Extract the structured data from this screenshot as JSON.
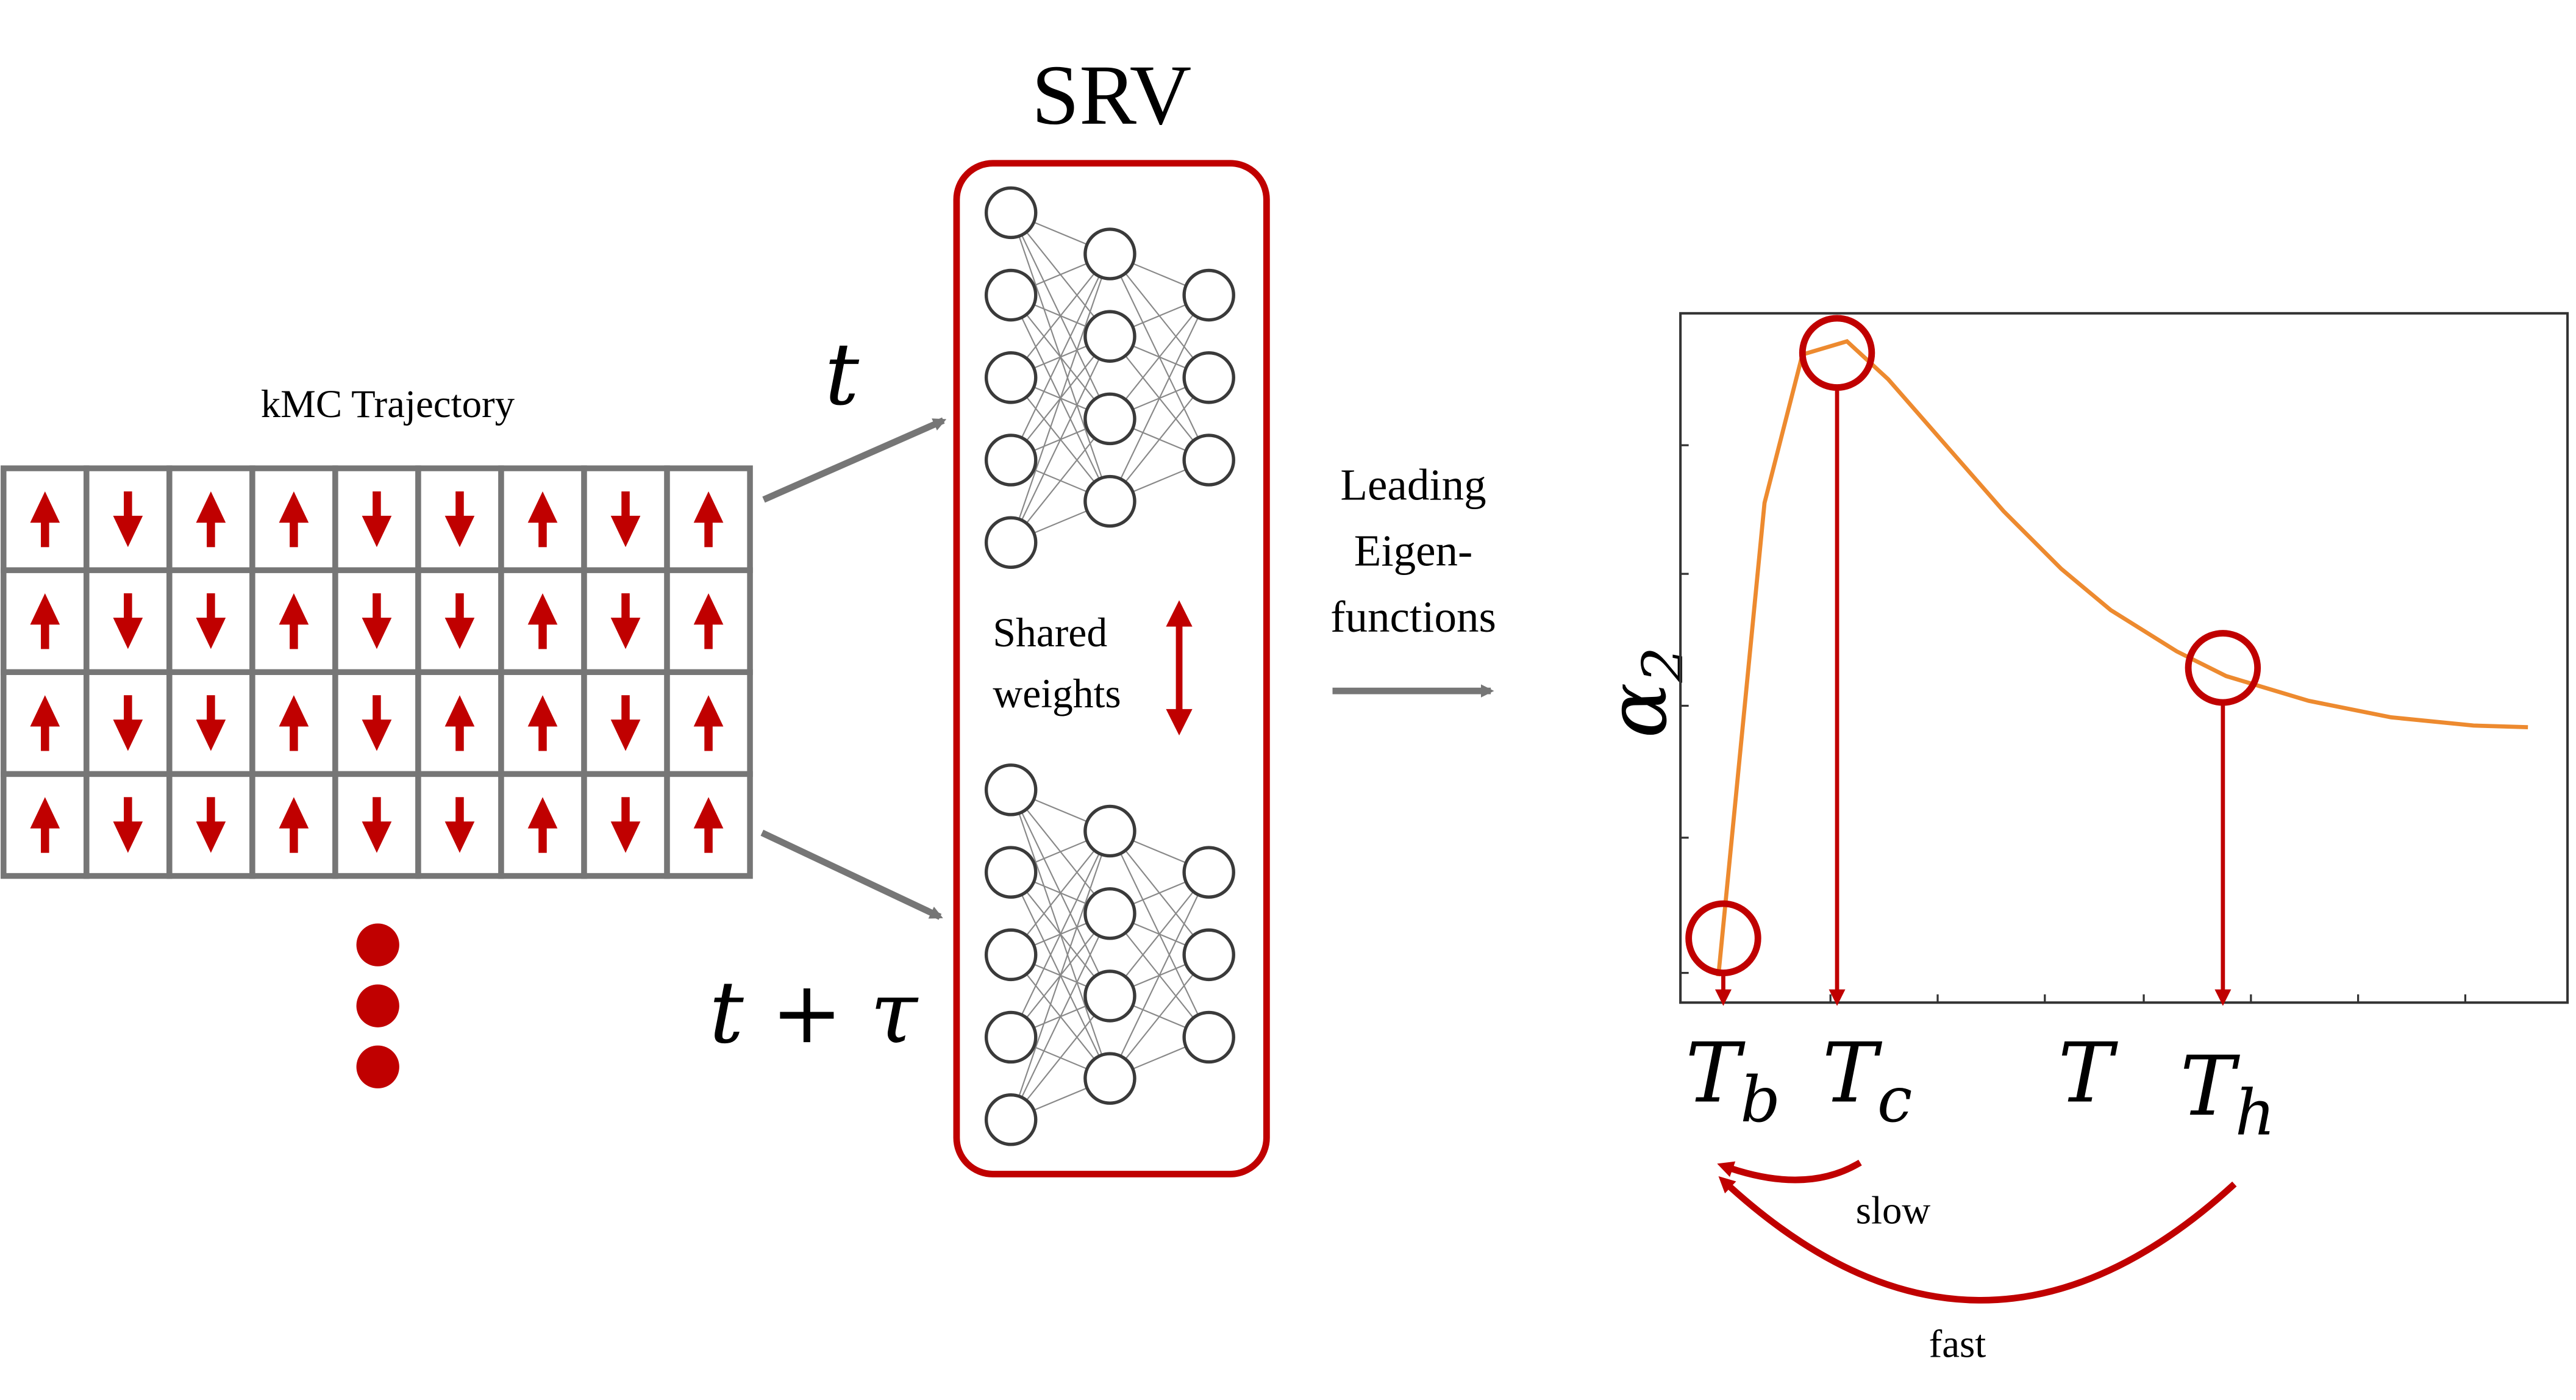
{
  "trajectory": {
    "label": "kMC Trajectory",
    "spins": [
      [
        "up",
        "down",
        "up",
        "up",
        "down",
        "down",
        "up",
        "down",
        "up"
      ],
      [
        "up",
        "down",
        "down",
        "up",
        "down",
        "down",
        "up",
        "down",
        "up"
      ],
      [
        "up",
        "down",
        "down",
        "up",
        "down",
        "up",
        "up",
        "down",
        "up"
      ],
      [
        "up",
        "down",
        "down",
        "up",
        "down",
        "down",
        "up",
        "down",
        "up"
      ]
    ]
  },
  "inputs": {
    "t": "t",
    "t_tau": "t + τ"
  },
  "srv": {
    "title": "SRV",
    "shared_line1": "Shared",
    "shared_line2": "weights"
  },
  "leading": {
    "line1": "Leading",
    "line2": "Eigen-",
    "line3": "functions"
  },
  "plot": {
    "ylabel": "α",
    "ylabel_sub": "2",
    "xlabel": "T",
    "tb": "T",
    "tb_sub": "b",
    "tc": "T",
    "tc_sub": "c",
    "th": "T",
    "th_sub": "h",
    "slow": "slow",
    "fast": "fast"
  },
  "colors": {
    "red": "#c00000",
    "gray": "#767676",
    "orange": "#ed8a2f",
    "node": "#3a3a3a"
  }
}
